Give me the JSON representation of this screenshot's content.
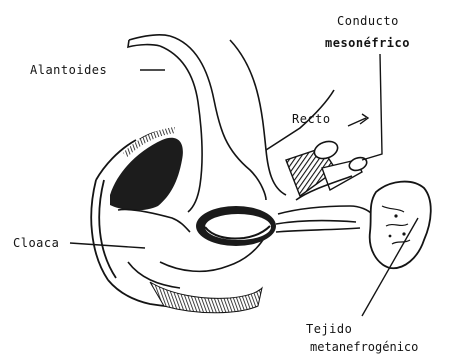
{
  "labels": {
    "alantoides": "Alantoides",
    "recto": "Recto",
    "conducto_line1": "Conducto",
    "conducto_line2": "mesonéfrico",
    "cloaca": "Cloaca",
    "tejido_line1": "Tejido",
    "tejido_line2": "metanefrogénico"
  },
  "colors": {
    "ink": "#141414",
    "background": "#ffffff"
  }
}
